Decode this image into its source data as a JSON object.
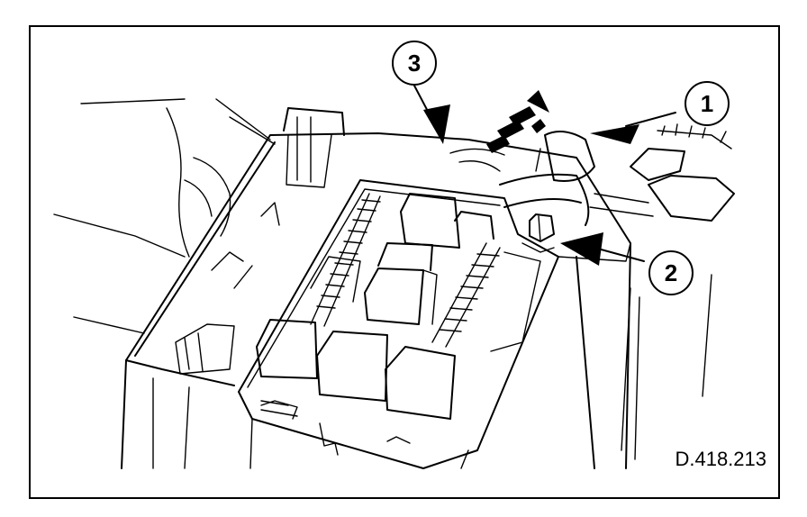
{
  "figure": {
    "reference": "D.418.213",
    "callouts": [
      {
        "id": "1",
        "label": "1"
      },
      {
        "id": "2",
        "label": "2"
      },
      {
        "id": "3",
        "label": "3"
      }
    ]
  },
  "colors": {
    "ink": "#000000",
    "paper": "#ffffff"
  }
}
